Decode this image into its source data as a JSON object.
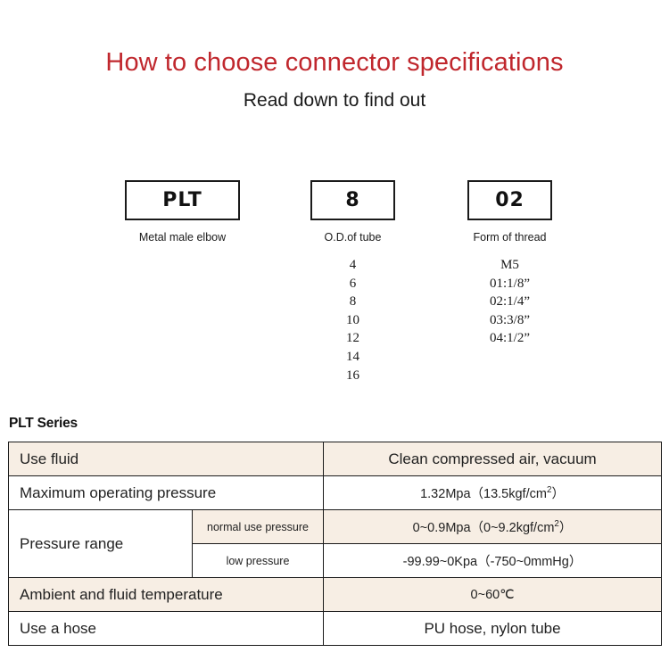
{
  "header": {
    "title": "How to choose connector specifications",
    "subtitle": "Read down to find out",
    "title_color": "#c0272d"
  },
  "code_diagram": {
    "groups": [
      {
        "code": "PLT",
        "caption": "Metal male elbow",
        "options": []
      },
      {
        "code": "8",
        "caption": "O.D.of tube",
        "options": [
          "4",
          "6",
          "8",
          "10",
          "12",
          "14",
          "16"
        ]
      },
      {
        "code": "02",
        "caption": "Form of thread",
        "options": [
          "M5",
          "01:1/8”",
          "02:1/4”",
          "03:3/8”",
          "04:1/2”"
        ]
      }
    ]
  },
  "spec": {
    "heading": "PLT Series",
    "shade_color": "#f7eee4",
    "rows": [
      {
        "label": "Use fluid",
        "sub": null,
        "value": "Clean compressed air, vacuum",
        "shaded": true
      },
      {
        "label": "Maximum operating pressure",
        "sub": null,
        "value": "1.32Mpa（13.5kgf/cm²）",
        "shaded": false
      },
      {
        "label": "Pressure range",
        "sub": "normal use pressure",
        "value": "0~0.9Mpa（0~9.2kgf/cm²）",
        "shaded": true
      },
      {
        "label": "",
        "sub": "low pressure",
        "value": "-99.99~0Kpa（-750~0mmHg）",
        "shaded": false
      },
      {
        "label": "Ambient and fluid temperature",
        "sub": null,
        "value": "0~60℃",
        "shaded": true
      },
      {
        "label": "Use a hose",
        "sub": null,
        "value": "PU hose, nylon tube",
        "shaded": false
      }
    ]
  }
}
